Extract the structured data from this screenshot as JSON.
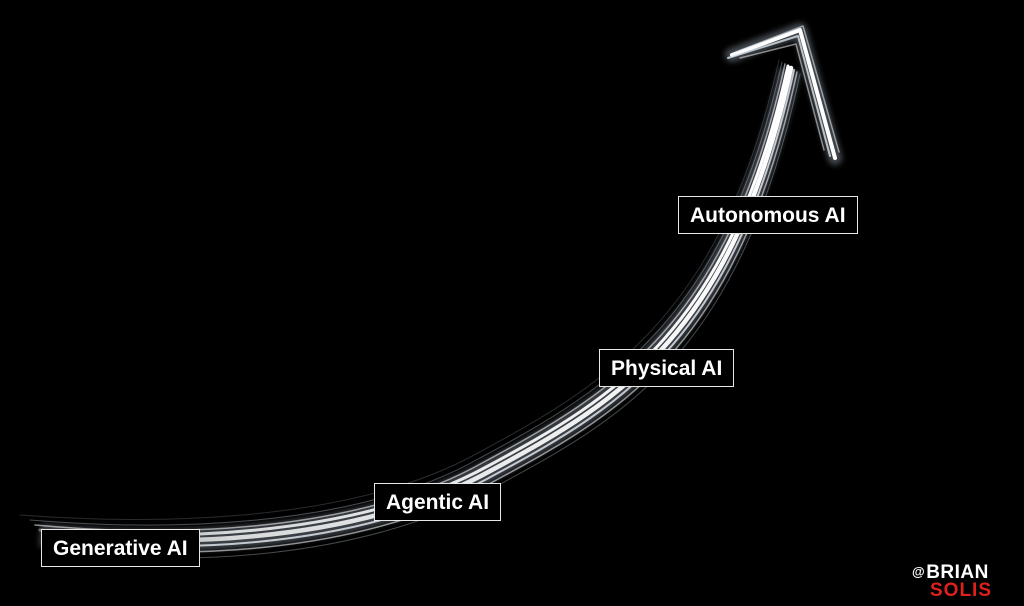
{
  "stages": [
    {
      "label": "Generative AI"
    },
    {
      "label": "Agentic AI"
    },
    {
      "label": "Physical AI"
    },
    {
      "label": "Autonomous AI"
    }
  ],
  "logo": {
    "at": "@",
    "top": "BRIAN",
    "bottom": "SOLIS"
  },
  "colors": {
    "background": "#000000",
    "stroke": "#ffffff",
    "logo_red": "#e0201c"
  }
}
